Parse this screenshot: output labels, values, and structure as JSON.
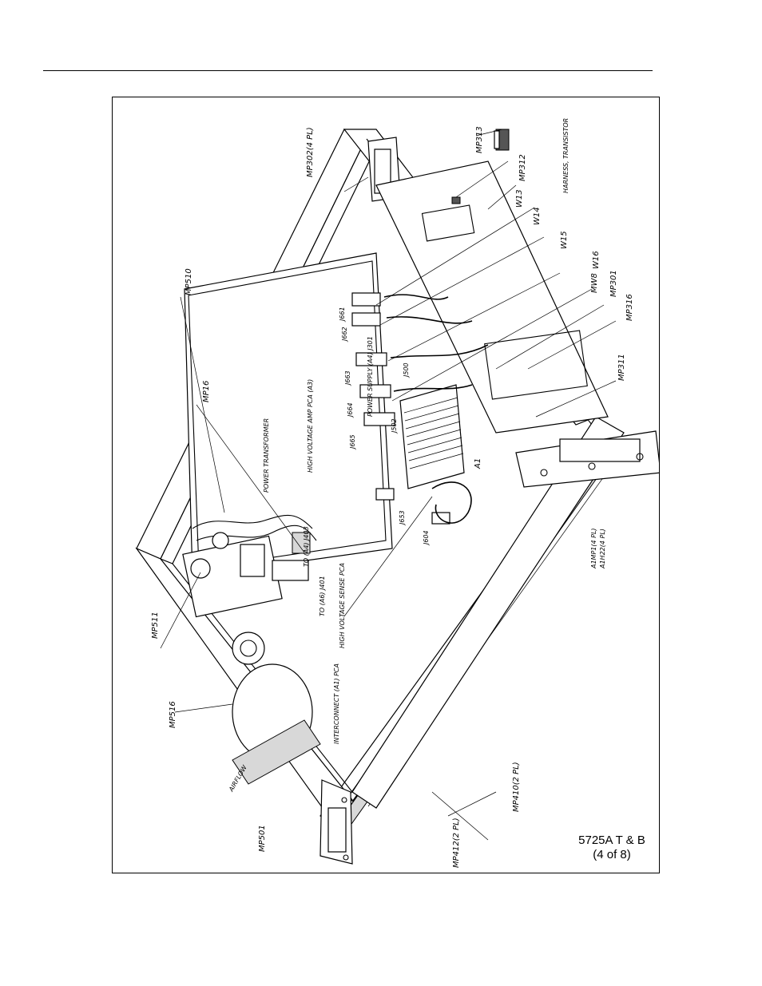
{
  "figure": {
    "caption_line1": "5725A T & B",
    "caption_line2": "(4 of 8)",
    "callouts": {
      "mp302": "MP302(4 PL)",
      "mp313": "MP313",
      "mp312": "MP312",
      "w13": "W13",
      "w14": "W14",
      "harness_transistor": "HARNESS, TRANSISTOR",
      "w15": "W15",
      "w16": "W16",
      "mw8": "MW8",
      "mp301": "MP301",
      "mp316": "MP316",
      "mp311": "MP311",
      "mp510": "MP510",
      "mp16": "MP16",
      "power_transformer": "POWER TRANSFORMER",
      "hv_amp_pca": "HIGH VOLTAGE AMP PCA (A3)",
      "power_supply": "POWER SUPPLY (A4) J301",
      "j661": "J661",
      "j662": "J662",
      "j663": "J663",
      "j664": "J664",
      "j665": "J665",
      "j502": "J502",
      "j500": "J500",
      "j653": "J653",
      "j604": "J604",
      "a1": "A1",
      "a1mp1": "A1MP1(4 PL)",
      "a1h22": "A1H22(4 PL)",
      "mp511": "MP511",
      "mp516": "MP516",
      "to_a6_j401": "TO (A6) J401",
      "hv_sense_pca": "HIGH VOLTAGE SENSE PCA",
      "interconnect_pca": "INTERCONNECT (A1) PCA",
      "airflow": "AIRFLOW",
      "mp501": "MP501",
      "mp412": "MP412(2 PL)",
      "mp410": "MP410(2 PL)",
      "to_a4_j403": "TO (A4) J403"
    }
  }
}
